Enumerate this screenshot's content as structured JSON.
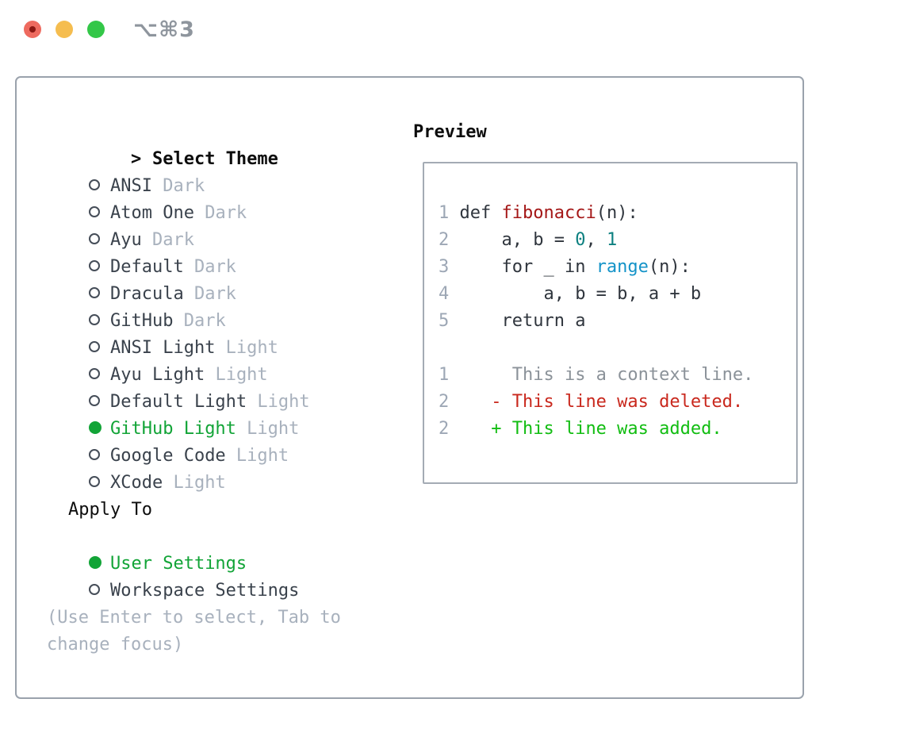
{
  "titlebar": {
    "shortcut": "⌥⌘3"
  },
  "theme_panel": {
    "header": {
      "prompt": ">",
      "label": "Select Theme"
    },
    "themes": [
      {
        "name": "ANSI",
        "variant": "Dark",
        "selected": false
      },
      {
        "name": "Atom One",
        "variant": "Dark",
        "selected": false
      },
      {
        "name": "Ayu",
        "variant": "Dark",
        "selected": false
      },
      {
        "name": "Default",
        "variant": "Dark",
        "selected": false
      },
      {
        "name": "Dracula",
        "variant": "Dark",
        "selected": false
      },
      {
        "name": "GitHub",
        "variant": "Dark",
        "selected": false
      },
      {
        "name": "ANSI Light",
        "variant": "Light",
        "selected": false
      },
      {
        "name": "Ayu Light",
        "variant": "Light",
        "selected": false
      },
      {
        "name": "Default Light",
        "variant": "Light",
        "selected": false
      },
      {
        "name": "GitHub Light",
        "variant": "Light",
        "selected": true
      },
      {
        "name": "Google Code",
        "variant": "Light",
        "selected": false
      },
      {
        "name": "XCode",
        "variant": "Light",
        "selected": false
      }
    ],
    "apply_to": {
      "label": "Apply To",
      "options": [
        {
          "name": "User Settings",
          "selected": true
        },
        {
          "name": "Workspace Settings",
          "selected": false
        }
      ]
    },
    "hint": "(Use Enter to select, Tab to change focus)"
  },
  "preview": {
    "title": "Preview",
    "lines": [
      {
        "num": "1",
        "segments": [
          {
            "t": "def ",
            "c": "code"
          },
          {
            "t": "fibonacci",
            "c": "func"
          },
          {
            "t": "(n):",
            "c": "code"
          }
        ]
      },
      {
        "num": "2",
        "segments": [
          {
            "t": "    a, b = ",
            "c": "code"
          },
          {
            "t": "0",
            "c": "lit"
          },
          {
            "t": ", ",
            "c": "code"
          },
          {
            "t": "1",
            "c": "lit"
          }
        ]
      },
      {
        "num": "3",
        "segments": [
          {
            "t": "    for _ in ",
            "c": "code"
          },
          {
            "t": "range",
            "c": "builtin"
          },
          {
            "t": "(n):",
            "c": "code"
          }
        ]
      },
      {
        "num": "4",
        "segments": [
          {
            "t": "        a, b = b, a + b",
            "c": "code"
          }
        ]
      },
      {
        "num": "5",
        "segments": [
          {
            "t": "    return a",
            "c": "code"
          }
        ]
      },
      {
        "num": "",
        "segments": []
      },
      {
        "num": "1",
        "segments": [
          {
            "t": "     This is a context line.",
            "c": "ctx"
          }
        ]
      },
      {
        "num": "2",
        "segments": [
          {
            "t": "   - This line was deleted.",
            "c": "del"
          }
        ]
      },
      {
        "num": "2",
        "segments": [
          {
            "t": "   + This line was added.",
            "c": "add"
          }
        ]
      }
    ]
  },
  "colors": {
    "traffic-red": "#ee6a5f",
    "traffic-yellow": "#f5bd4f",
    "traffic-green": "#33c748",
    "panel-border": "#9aa2ac",
    "preview-border": "#a4abb4",
    "text-black": "#0d0d0d",
    "text-dark": "#3a424c",
    "muted-light": "#a8b1bd",
    "muted-dark": "#8e959d",
    "sel-green": "#12a437",
    "line-num": "#9da7b5",
    "code-default": "#2f353d",
    "func-red": "#a41717",
    "lit-teal": "#0d8080",
    "builtin-blue": "#1493c8",
    "ctx-gray": "#8b9299",
    "del-red": "#c9281d",
    "add-green": "#12bd12"
  }
}
